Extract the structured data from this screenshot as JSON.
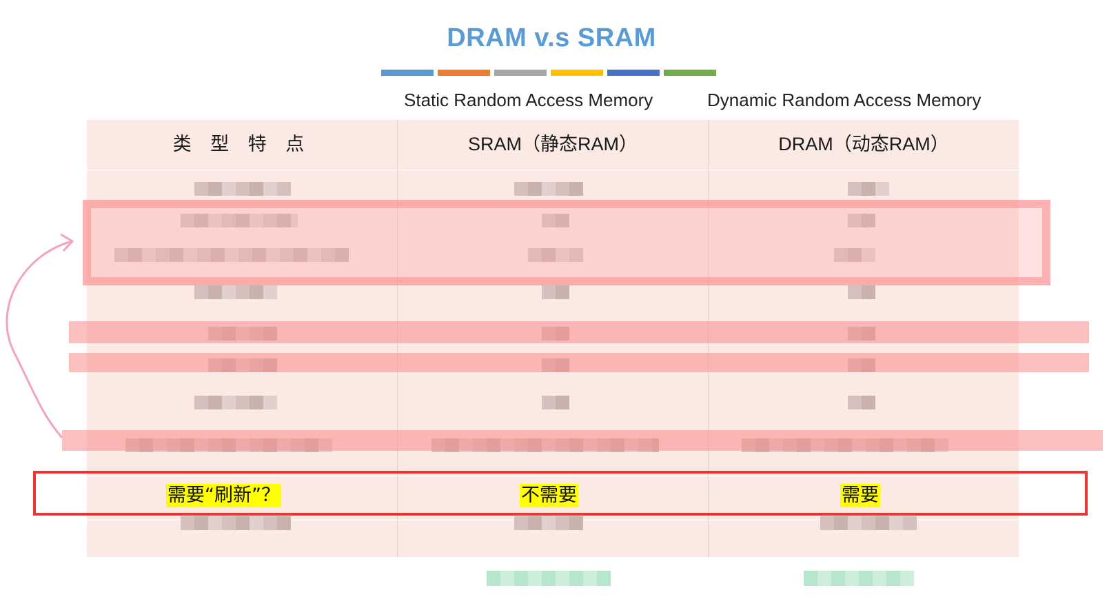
{
  "title": "DRAM v.s SRAM",
  "colors": [
    "#5b9bd5",
    "#ed7d31",
    "#a5a5a5",
    "#ffc000",
    "#4472c4",
    "#70ad47"
  ],
  "subtitles": {
    "sram": "Static Random Access Memory",
    "dram": "Dynamic Random Access Memory"
  },
  "table": {
    "headers": [
      "类 型 特 点",
      "SRAM（静态RAM）",
      "DRAM（动态RAM）"
    ],
    "refresh_row": [
      "需要“刷新”？",
      "不需要",
      "需要"
    ]
  }
}
